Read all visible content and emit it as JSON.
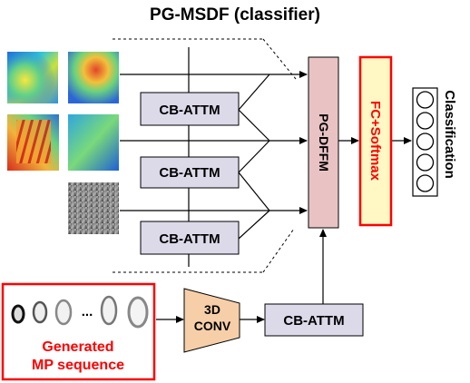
{
  "title": "PG-MSDF (classifier)",
  "blocks": {
    "cb_attm_label": "CB-ATTM",
    "pg_dffm": "PG-DFFM",
    "fc_softmax": "FC+Softmax",
    "conv3d_line1": "3D",
    "conv3d_line2": "CONV",
    "classification": "Classification",
    "ellipsis": "..."
  },
  "input_box": {
    "line1": "Generated",
    "line2": "MP sequence"
  },
  "colors": {
    "cb_attm_fill": "#dcd9e9",
    "pg_dffm_fill": "#e9c3c4",
    "fc_fill": "#fff8c4",
    "fc_border": "#ff0000",
    "fc_text": "#ff0000",
    "conv_fill": "#f6cfa9",
    "input_border": "#ff0000",
    "input_text": "#ff0000"
  }
}
